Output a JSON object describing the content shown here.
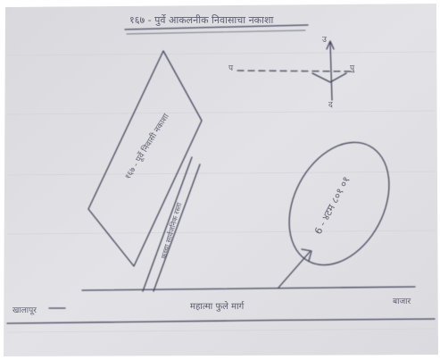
{
  "sketch": {
    "title": "१६७ - पुर्वे आकलनीक निवासाचा नकाशा",
    "compass": {
      "north": "उ",
      "west": "प",
      "east": "पु",
      "south": "द"
    },
    "plot_label": "१६७ - पूर्वे निवासी नकाशा",
    "lane_label": "कच्चा सार्वजनिक रस्ता",
    "circle_label": "6 - ४टम ८०१ ०१",
    "road_label": "महात्मा फुले मार्ग",
    "left_edge_label": "खालापूर",
    "right_edge_label": "बाजार"
  },
  "colors": {
    "paper": "#e1e1e5",
    "ink": "#3f3f55"
  }
}
